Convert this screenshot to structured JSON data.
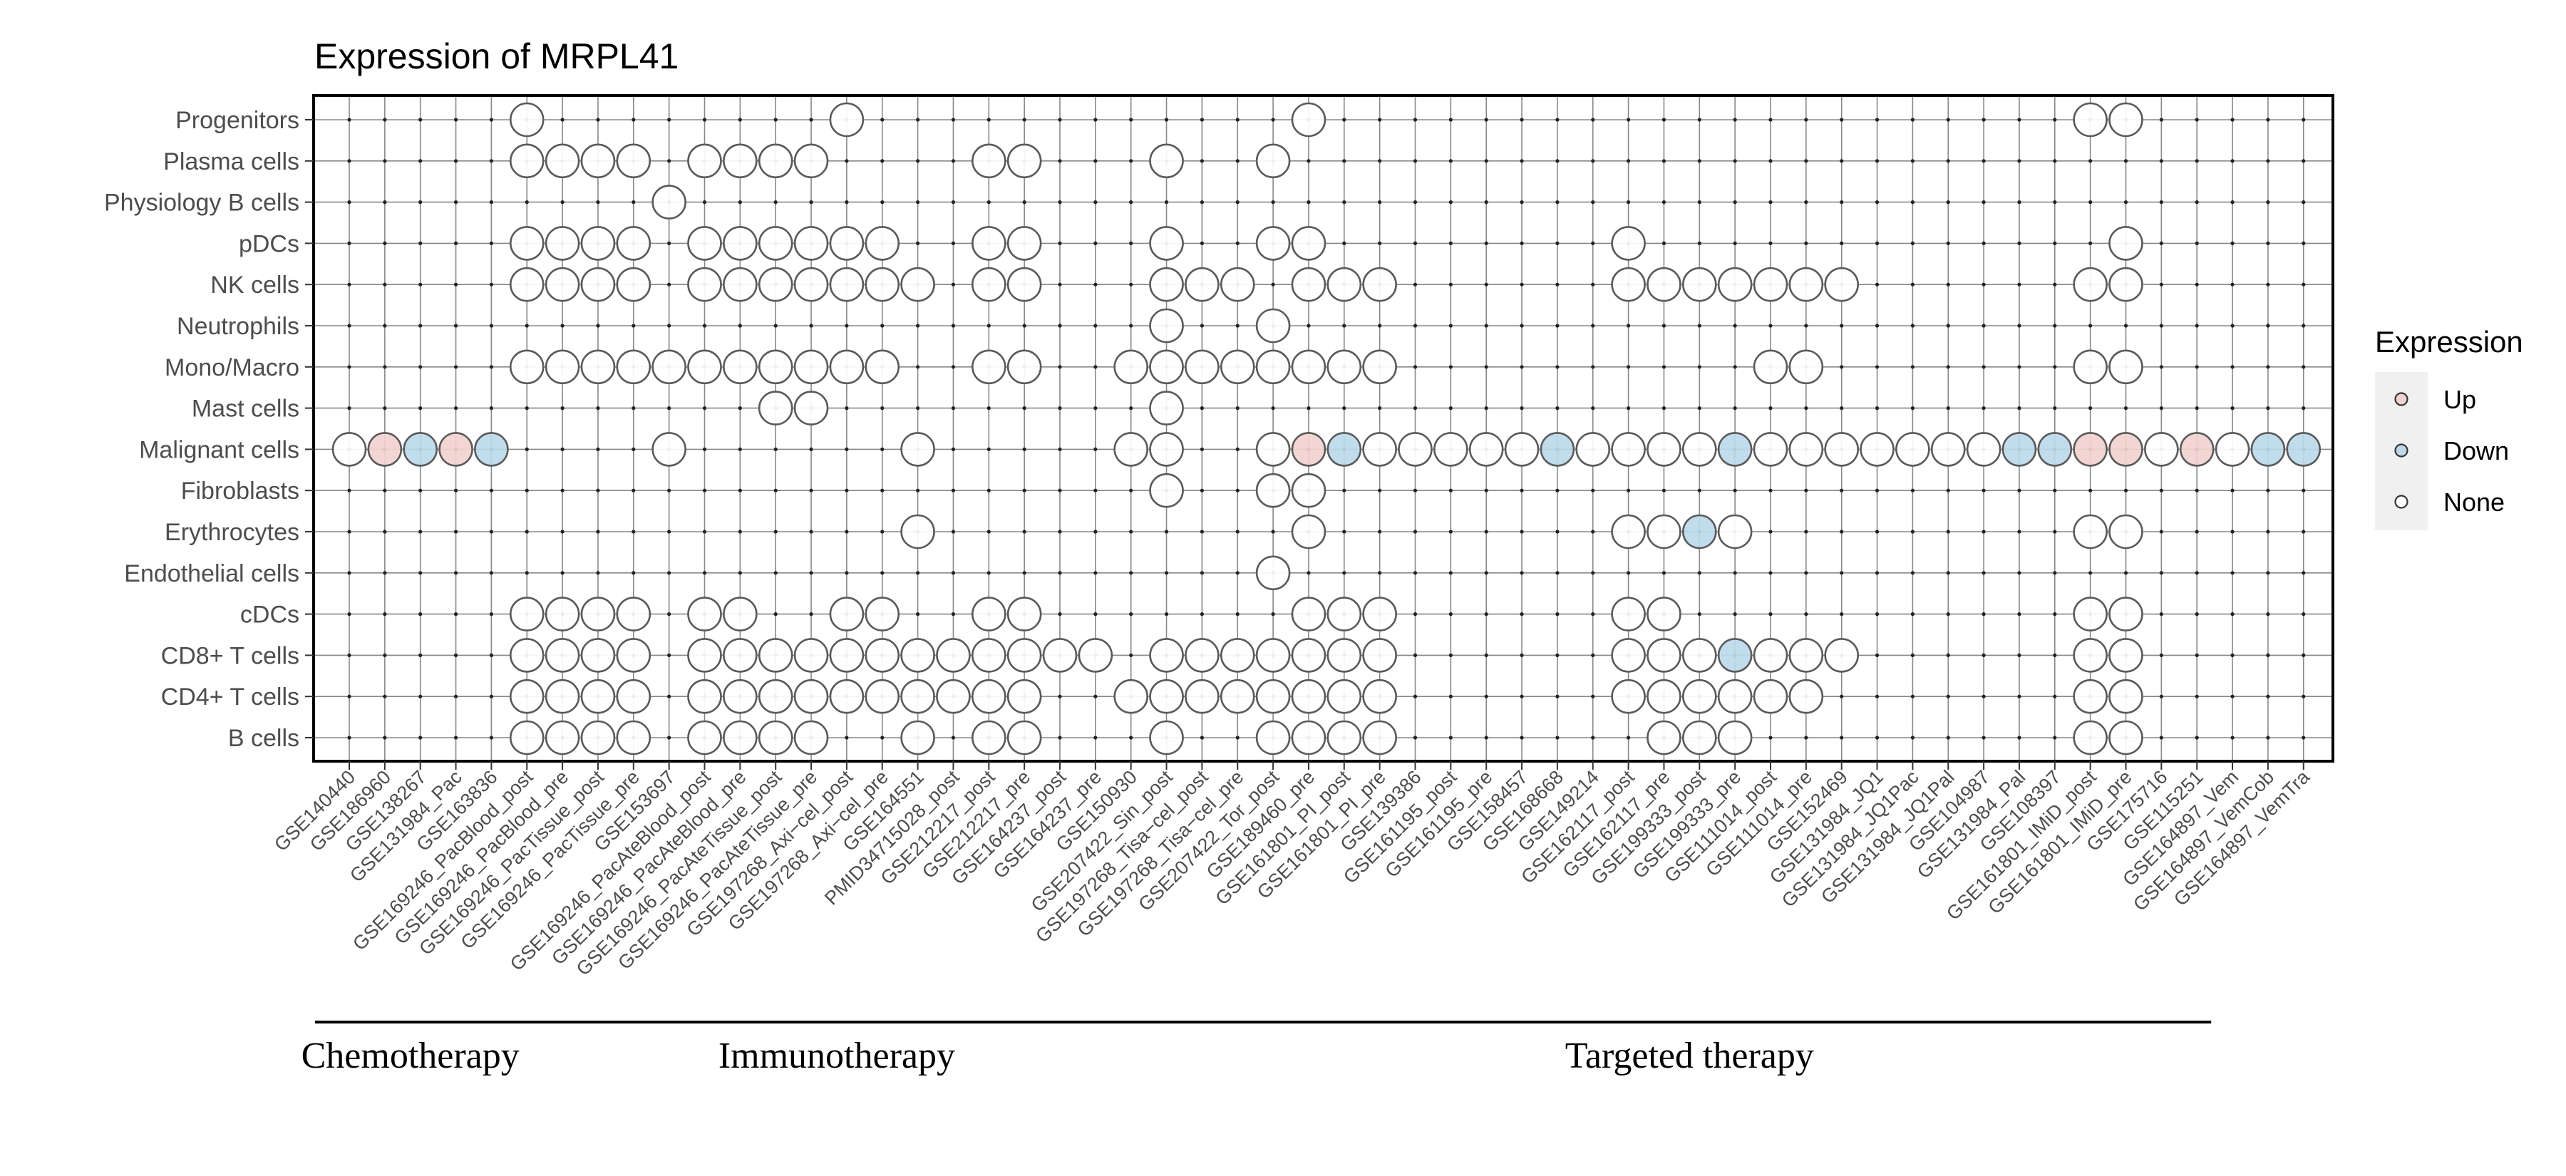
{
  "colors": {
    "up": "#f2d3cf",
    "down": "#bcd9ea",
    "none": "#ffffff",
    "grid": "#888888",
    "circle_stroke": "#5a5a5a",
    "text": "#4d4d4d",
    "legend_bg": "#f0f0f0"
  },
  "chart_data": {
    "type": "dot-matrix",
    "title": "Expression of MRPL41",
    "rows": [
      "Progenitors",
      "Plasma cells",
      "Physiology B cells",
      "pDCs",
      "NK cells",
      "Neutrophils",
      "Mono/Macro",
      "Mast cells",
      "Malignant cells",
      "Fibroblasts",
      "Erythrocytes",
      "Endothelial cells",
      "cDCs",
      "CD8+ T cells",
      "CD4+ T cells",
      "B cells"
    ],
    "columns": [
      "GSE140440",
      "GSE186960",
      "GSE138267",
      "GSE131984_Pac",
      "GSE163836",
      "GSE169246_PacBlood_post",
      "GSE169246_PacBlood_pre",
      "GSE169246_PacTissue_post",
      "GSE169246_PacTissue_pre",
      "GSE153697",
      "GSE169246_PacAteBlood_post",
      "GSE169246_PacAteBlood_pre",
      "GSE169246_PacAteTissue_post",
      "GSE169246_PacAteTissue_pre",
      "GSE197268_Axi−cel_post",
      "GSE197268_Axi−cel_pre",
      "GSE164551",
      "PMID34715028_post",
      "GSE212217_post",
      "GSE212217_pre",
      "GSE164237_post",
      "GSE164237_pre",
      "GSE150930",
      "GSE207422_Sin_post",
      "GSE197268_Tisa−cel_post",
      "GSE197268_Tisa−cel_pre",
      "GSE207422_Tor_post",
      "GSE189460_pre",
      "GSE161801_PI_post",
      "GSE161801_PI_pre",
      "GSE139386",
      "GSE161195_post",
      "GSE161195_pre",
      "GSE158457",
      "GSE168668",
      "GSE149214",
      "GSE162117_post",
      "GSE162117_pre",
      "GSE199333_post",
      "GSE199333_pre",
      "GSE111014_post",
      "GSE111014_pre",
      "GSE152469",
      "GSE131984_JQ1",
      "GSE131984_JQ1Pac",
      "GSE131984_JQ1Pal",
      "GSE104987",
      "GSE131984_Pal",
      "GSE108397",
      "GSE161801_IMiD_post",
      "GSE161801_IMiD_pre",
      "GSE175716",
      "GSE115251",
      "GSE164897_Vem",
      "GSE164897_VemCob",
      "GSE164897_VemTra"
    ],
    "points": {
      "Progenitors": [
        [
          5,
          "None"
        ],
        [
          14,
          "None"
        ],
        [
          27,
          "None"
        ],
        [
          49,
          "None"
        ],
        [
          50,
          "None"
        ]
      ],
      "Plasma cells": [
        [
          5,
          "None"
        ],
        [
          6,
          "None"
        ],
        [
          7,
          "None"
        ],
        [
          8,
          "None"
        ],
        [
          10,
          "None"
        ],
        [
          11,
          "None"
        ],
        [
          12,
          "None"
        ],
        [
          13,
          "None"
        ],
        [
          18,
          "None"
        ],
        [
          19,
          "None"
        ],
        [
          23,
          "None"
        ],
        [
          26,
          "None"
        ]
      ],
      "Physiology B cells": [
        [
          9,
          "None"
        ]
      ],
      "pDCs": [
        [
          5,
          "None"
        ],
        [
          6,
          "None"
        ],
        [
          7,
          "None"
        ],
        [
          8,
          "None"
        ],
        [
          10,
          "None"
        ],
        [
          11,
          "None"
        ],
        [
          12,
          "None"
        ],
        [
          13,
          "None"
        ],
        [
          14,
          "None"
        ],
        [
          15,
          "None"
        ],
        [
          18,
          "None"
        ],
        [
          19,
          "None"
        ],
        [
          23,
          "None"
        ],
        [
          26,
          "None"
        ],
        [
          27,
          "None"
        ],
        [
          36,
          "None"
        ],
        [
          50,
          "None"
        ]
      ],
      "NK cells": [
        [
          5,
          "None"
        ],
        [
          6,
          "None"
        ],
        [
          7,
          "None"
        ],
        [
          8,
          "None"
        ],
        [
          10,
          "None"
        ],
        [
          11,
          "None"
        ],
        [
          12,
          "None"
        ],
        [
          13,
          "None"
        ],
        [
          14,
          "None"
        ],
        [
          15,
          "None"
        ],
        [
          16,
          "None"
        ],
        [
          18,
          "None"
        ],
        [
          19,
          "None"
        ],
        [
          23,
          "None"
        ],
        [
          24,
          "None"
        ],
        [
          25,
          "None"
        ],
        [
          27,
          "None"
        ],
        [
          28,
          "None"
        ],
        [
          29,
          "None"
        ],
        [
          36,
          "None"
        ],
        [
          37,
          "None"
        ],
        [
          38,
          "None"
        ],
        [
          39,
          "None"
        ],
        [
          40,
          "None"
        ],
        [
          41,
          "None"
        ],
        [
          42,
          "None"
        ],
        [
          49,
          "None"
        ],
        [
          50,
          "None"
        ]
      ],
      "Neutrophils": [
        [
          23,
          "None"
        ],
        [
          26,
          "None"
        ]
      ],
      "Mono/Macro": [
        [
          5,
          "None"
        ],
        [
          6,
          "None"
        ],
        [
          7,
          "None"
        ],
        [
          8,
          "None"
        ],
        [
          9,
          "None"
        ],
        [
          10,
          "None"
        ],
        [
          11,
          "None"
        ],
        [
          12,
          "None"
        ],
        [
          13,
          "None"
        ],
        [
          14,
          "None"
        ],
        [
          15,
          "None"
        ],
        [
          18,
          "None"
        ],
        [
          19,
          "None"
        ],
        [
          22,
          "None"
        ],
        [
          23,
          "None"
        ],
        [
          24,
          "None"
        ],
        [
          25,
          "None"
        ],
        [
          26,
          "None"
        ],
        [
          27,
          "None"
        ],
        [
          28,
          "None"
        ],
        [
          29,
          "None"
        ],
        [
          40,
          "None"
        ],
        [
          41,
          "None"
        ],
        [
          49,
          "None"
        ],
        [
          50,
          "None"
        ]
      ],
      "Mast cells": [
        [
          12,
          "None"
        ],
        [
          13,
          "None"
        ],
        [
          23,
          "None"
        ]
      ],
      "Malignant cells": [
        [
          0,
          "None"
        ],
        [
          1,
          "Up"
        ],
        [
          2,
          "Down"
        ],
        [
          3,
          "Up"
        ],
        [
          4,
          "Down"
        ],
        [
          9,
          "None"
        ],
        [
          16,
          "None"
        ],
        [
          22,
          "None"
        ],
        [
          23,
          "None"
        ],
        [
          26,
          "None"
        ],
        [
          27,
          "Up"
        ],
        [
          28,
          "Down"
        ],
        [
          29,
          "None"
        ],
        [
          30,
          "None"
        ],
        [
          31,
          "None"
        ],
        [
          32,
          "None"
        ],
        [
          33,
          "None"
        ],
        [
          34,
          "Down"
        ],
        [
          35,
          "None"
        ],
        [
          36,
          "None"
        ],
        [
          37,
          "None"
        ],
        [
          38,
          "None"
        ],
        [
          39,
          "Down"
        ],
        [
          40,
          "None"
        ],
        [
          41,
          "None"
        ],
        [
          42,
          "None"
        ],
        [
          43,
          "None"
        ],
        [
          44,
          "None"
        ],
        [
          45,
          "None"
        ],
        [
          46,
          "None"
        ],
        [
          47,
          "Down"
        ],
        [
          48,
          "Down"
        ],
        [
          49,
          "Up"
        ],
        [
          50,
          "Up"
        ],
        [
          51,
          "None"
        ],
        [
          52,
          "Up"
        ],
        [
          53,
          "None"
        ],
        [
          54,
          "Down"
        ],
        [
          55,
          "Down"
        ]
      ],
      "Fibroblasts": [
        [
          23,
          "None"
        ],
        [
          26,
          "None"
        ],
        [
          27,
          "None"
        ]
      ],
      "Erythrocytes": [
        [
          16,
          "None"
        ],
        [
          27,
          "None"
        ],
        [
          36,
          "None"
        ],
        [
          37,
          "None"
        ],
        [
          38,
          "Down"
        ],
        [
          39,
          "None"
        ],
        [
          49,
          "None"
        ],
        [
          50,
          "None"
        ]
      ],
      "Endothelial cells": [
        [
          26,
          "None"
        ]
      ],
      "cDCs": [
        [
          5,
          "None"
        ],
        [
          6,
          "None"
        ],
        [
          7,
          "None"
        ],
        [
          8,
          "None"
        ],
        [
          10,
          "None"
        ],
        [
          11,
          "None"
        ],
        [
          14,
          "None"
        ],
        [
          15,
          "None"
        ],
        [
          18,
          "None"
        ],
        [
          19,
          "None"
        ],
        [
          27,
          "None"
        ],
        [
          28,
          "None"
        ],
        [
          29,
          "None"
        ],
        [
          36,
          "None"
        ],
        [
          37,
          "None"
        ],
        [
          49,
          "None"
        ],
        [
          50,
          "None"
        ]
      ],
      "CD8+ T cells": [
        [
          5,
          "None"
        ],
        [
          6,
          "None"
        ],
        [
          7,
          "None"
        ],
        [
          8,
          "None"
        ],
        [
          10,
          "None"
        ],
        [
          11,
          "None"
        ],
        [
          12,
          "None"
        ],
        [
          13,
          "None"
        ],
        [
          14,
          "None"
        ],
        [
          15,
          "None"
        ],
        [
          16,
          "None"
        ],
        [
          17,
          "None"
        ],
        [
          18,
          "None"
        ],
        [
          19,
          "None"
        ],
        [
          20,
          "None"
        ],
        [
          21,
          "None"
        ],
        [
          23,
          "None"
        ],
        [
          24,
          "None"
        ],
        [
          25,
          "None"
        ],
        [
          26,
          "None"
        ],
        [
          27,
          "None"
        ],
        [
          28,
          "None"
        ],
        [
          29,
          "None"
        ],
        [
          36,
          "None"
        ],
        [
          37,
          "None"
        ],
        [
          38,
          "None"
        ],
        [
          39,
          "Down"
        ],
        [
          40,
          "None"
        ],
        [
          41,
          "None"
        ],
        [
          42,
          "None"
        ],
        [
          49,
          "None"
        ],
        [
          50,
          "None"
        ]
      ],
      "CD4+ T cells": [
        [
          5,
          "None"
        ],
        [
          6,
          "None"
        ],
        [
          7,
          "None"
        ],
        [
          8,
          "None"
        ],
        [
          10,
          "None"
        ],
        [
          11,
          "None"
        ],
        [
          12,
          "None"
        ],
        [
          13,
          "None"
        ],
        [
          14,
          "None"
        ],
        [
          15,
          "None"
        ],
        [
          16,
          "None"
        ],
        [
          17,
          "None"
        ],
        [
          18,
          "None"
        ],
        [
          19,
          "None"
        ],
        [
          22,
          "None"
        ],
        [
          23,
          "None"
        ],
        [
          24,
          "None"
        ],
        [
          25,
          "None"
        ],
        [
          26,
          "None"
        ],
        [
          27,
          "None"
        ],
        [
          28,
          "None"
        ],
        [
          29,
          "None"
        ],
        [
          36,
          "None"
        ],
        [
          37,
          "None"
        ],
        [
          38,
          "None"
        ],
        [
          39,
          "None"
        ],
        [
          40,
          "None"
        ],
        [
          41,
          "None"
        ],
        [
          49,
          "None"
        ],
        [
          50,
          "None"
        ]
      ],
      "B cells": [
        [
          5,
          "None"
        ],
        [
          6,
          "None"
        ],
        [
          7,
          "None"
        ],
        [
          8,
          "None"
        ],
        [
          10,
          "None"
        ],
        [
          11,
          "None"
        ],
        [
          12,
          "None"
        ],
        [
          13,
          "None"
        ],
        [
          16,
          "None"
        ],
        [
          18,
          "None"
        ],
        [
          19,
          "None"
        ],
        [
          23,
          "None"
        ],
        [
          26,
          "None"
        ],
        [
          27,
          "None"
        ],
        [
          28,
          "None"
        ],
        [
          29,
          "None"
        ],
        [
          37,
          "None"
        ],
        [
          38,
          "None"
        ],
        [
          39,
          "None"
        ],
        [
          49,
          "None"
        ],
        [
          50,
          "None"
        ]
      ]
    },
    "groups": [
      {
        "name": "Chemotherapy",
        "first_col": 0,
        "last_col": 4
      },
      {
        "name": "Immunotherapy",
        "first_col": 5,
        "last_col": 23
      },
      {
        "name": "Targeted therapy",
        "first_col": 24,
        "last_col": 52
      }
    ],
    "legend": {
      "title": "Expression",
      "position": "right",
      "items": [
        {
          "label": "Up",
          "key": "Up"
        },
        {
          "label": "Down",
          "key": "Down"
        },
        {
          "label": "None",
          "key": "None"
        }
      ]
    },
    "grid": true
  }
}
